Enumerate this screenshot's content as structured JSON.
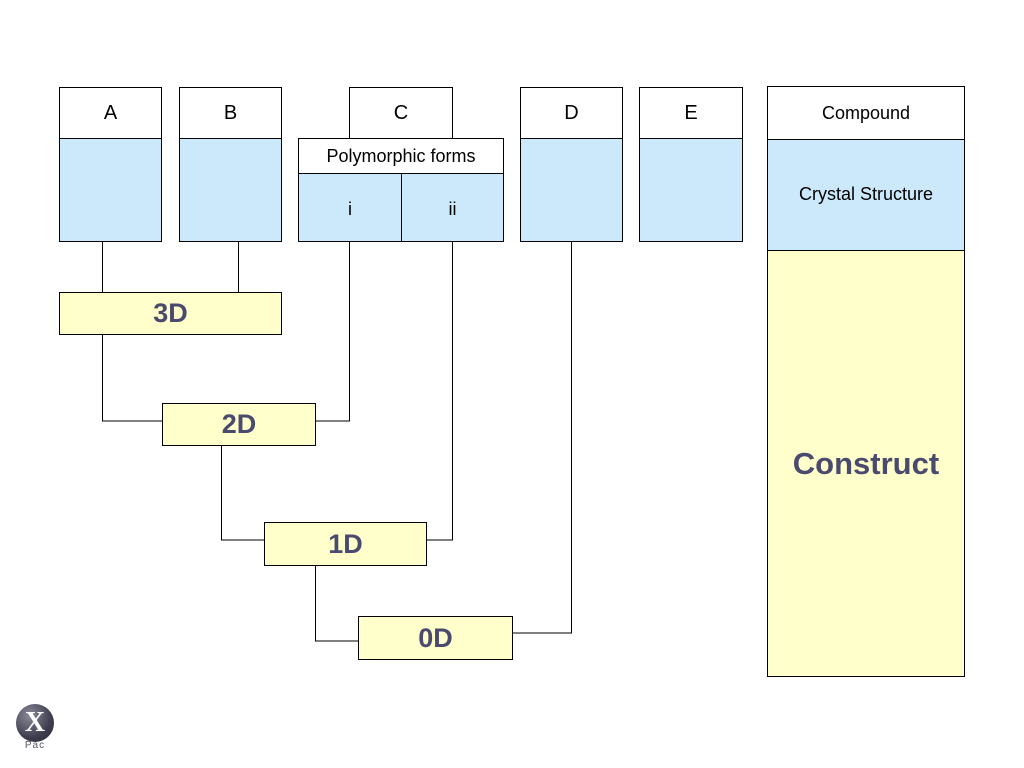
{
  "colors": {
    "header_fill": "#ffffff",
    "structure_fill": "#cce9fb",
    "dimension_fill": "#ffffcc",
    "dimension_text": "#4a4a6e",
    "line": "#000000"
  },
  "compounds": [
    {
      "label": "A"
    },
    {
      "label": "B"
    },
    {
      "label": "C"
    },
    {
      "label": "D"
    },
    {
      "label": "E"
    }
  ],
  "polymorph": {
    "title": "Polymorphic forms",
    "forms": [
      "i",
      "ii"
    ]
  },
  "dimensions": [
    "3D",
    "2D",
    "1D",
    "0D"
  ],
  "legend": {
    "compound": "Compound",
    "crystal_structure": "Crystal Structure",
    "construct": "Construct"
  },
  "logo": {
    "mark": "X",
    "text": "Pac"
  }
}
